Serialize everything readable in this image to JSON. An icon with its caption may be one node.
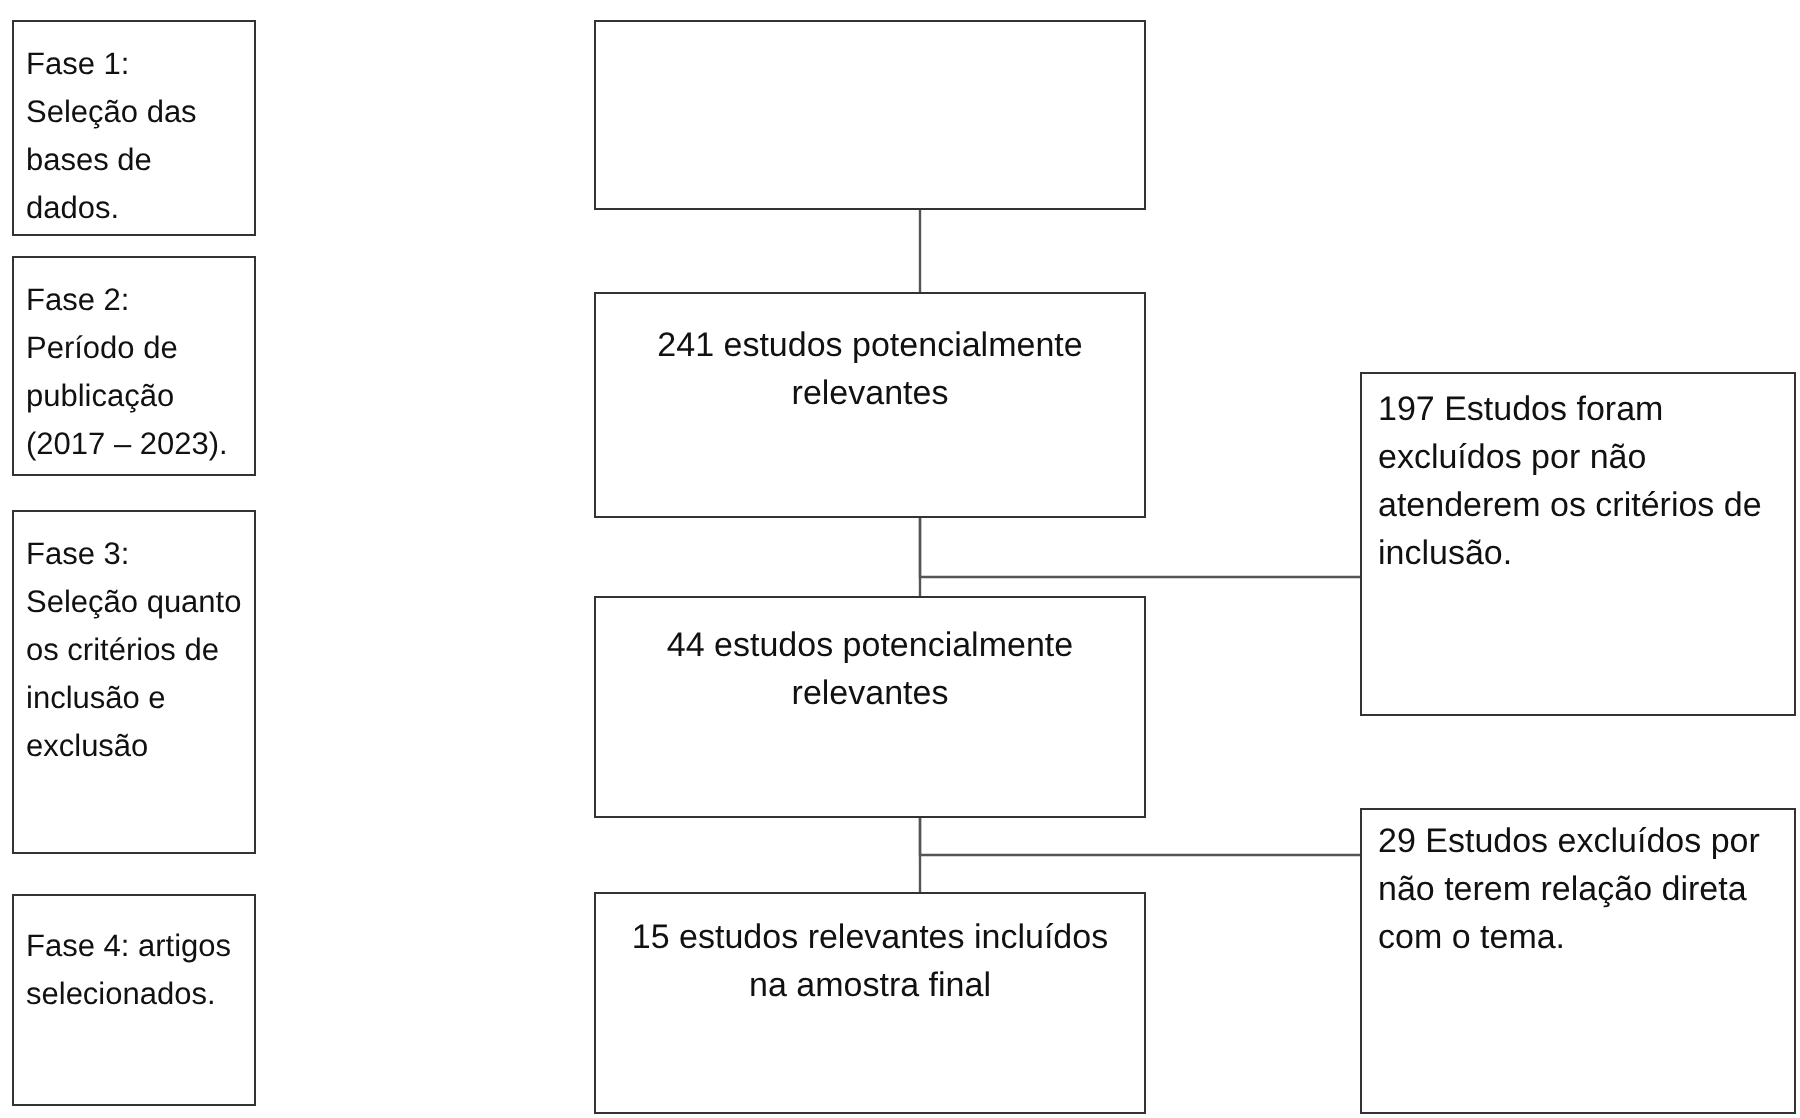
{
  "diagram": {
    "nodes": [
      {
        "text": [
          "Fase 1: Seleção das bases de dados."
        ]
      },
      {
        "text": [
          "Fase 2: Período de publicação (2017 – 2023)."
        ]
      },
      {
        "text": [
          "Fase 3: Seleção quanto os critérios de inclusão e exclusão"
        ]
      },
      {
        "text": [
          "Fase 4: artigos selecionados."
        ]
      },
      {
        "text": [],
        "shape": "box"
      },
      {
        "text": [
          "241 estudos potencialmente relevantes"
        ]
      },
      {
        "text": [
          "197 Estudos foram excluídos por não atenderem os critérios de inclusão."
        ]
      },
      {
        "text": [
          "44 estudos potencialmente relevantes"
        ]
      },
      {
        "text": [
          "29 Estudos excluídos por não terem relação direta com o tema."
        ]
      },
      {
        "text": [
          "15 estudos relevantes incluídos na amostra final"
        ]
      }
    ],
    "edges": [
      {
        "from": 4,
        "to": 5,
        "arrow": "none"
      },
      {
        "from": 5,
        "to": 7,
        "arrow": "none"
      },
      {
        "from": 5,
        "to": 6,
        "arrow": "none"
      },
      {
        "from": 7,
        "to": 9,
        "arrow": "none"
      },
      {
        "from": 7,
        "to": 8,
        "arrow": "none"
      }
    ]
  }
}
